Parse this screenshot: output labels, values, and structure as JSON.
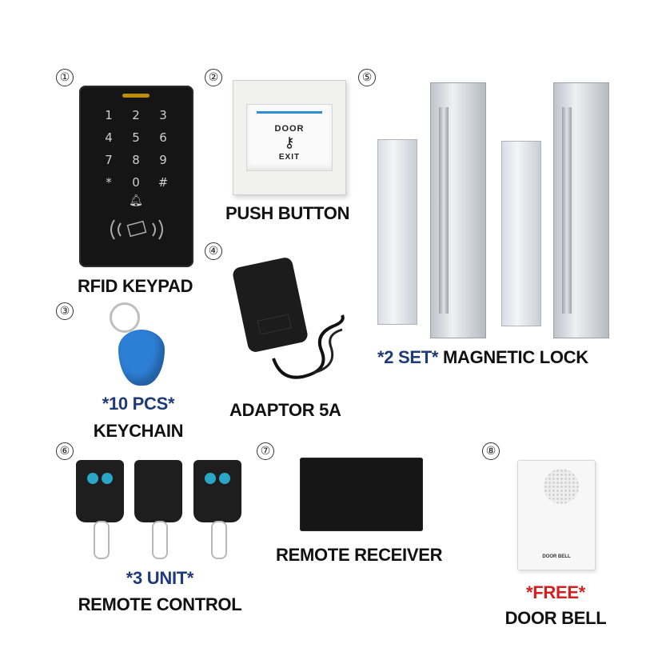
{
  "items": [
    {
      "number": "①",
      "name": "RFID KEYPAD"
    },
    {
      "number": "②",
      "name": "PUSH BUTTON"
    },
    {
      "number": "③",
      "qty": "*10 PCS*",
      "name": "KEYCHAIN"
    },
    {
      "number": "④",
      "name": "ADAPTOR 5A"
    },
    {
      "number": "⑤",
      "qty": "*2 SET*",
      "name": "MAGNETIC LOCK"
    },
    {
      "number": "⑥",
      "qty": "*3 UNIT*",
      "name": "REMOTE CONTROL"
    },
    {
      "number": "⑦",
      "name": "REMOTE RECEIVER"
    },
    {
      "number": "⑧",
      "qty": "*FREE*",
      "name": "DOOR BELL"
    }
  ],
  "keypad": {
    "keys": [
      "1",
      "2",
      "3",
      "4",
      "5",
      "6",
      "7",
      "8",
      "9",
      "*",
      "0",
      "#"
    ]
  },
  "push_button": {
    "top_text": "DOOR",
    "bottom_text": "EXIT"
  },
  "door_bell": {
    "tag_text": "DOOR BELL"
  },
  "colors": {
    "qty_blue": "#1f3a7a",
    "free_red": "#d61f1f",
    "keychain_blue": "#2d7fd6",
    "remote_button": "#2aa6c7"
  },
  "icons": [
    "key-icon",
    "rfid-icon",
    "bell-icon"
  ]
}
